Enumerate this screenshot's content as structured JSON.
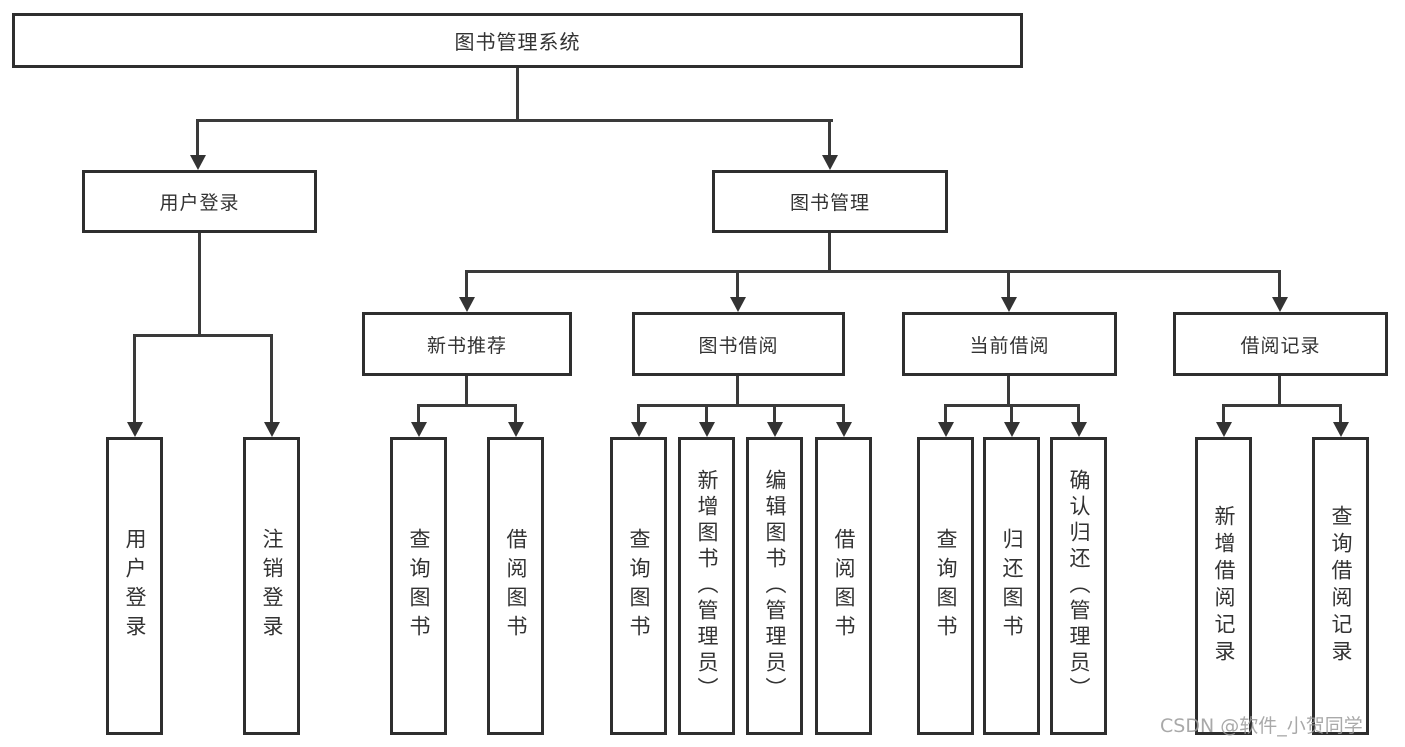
{
  "diagram": {
    "root": "图书管理系统",
    "branches": {
      "user_login": {
        "label": "用户登录",
        "children": [
          "用户登录",
          "注销登录"
        ]
      },
      "book_mgmt": {
        "label": "图书管理",
        "sections": {
          "new_books": {
            "label": "新书推荐",
            "children": [
              "查询图书",
              "借阅图书"
            ]
          },
          "borrowing": {
            "label": "图书借阅",
            "children": [
              "查询图书",
              "新增图书（管理员）",
              "编辑图书（管理员）",
              "借阅图书"
            ]
          },
          "current": {
            "label": "当前借阅",
            "children": [
              "查询图书",
              "归还图书",
              "确认归还（管理员）"
            ]
          },
          "records": {
            "label": "借阅记录",
            "children": [
              "新增借阅记录",
              "查询借阅记录"
            ]
          }
        }
      }
    }
  },
  "watermark": "CSDN @软件_小贺同学",
  "colors": {
    "line": "#3a3a3a",
    "border": "#2e2e2e",
    "text": "#333333",
    "watermark": "#9b9b9b",
    "background": "#ffffff"
  }
}
